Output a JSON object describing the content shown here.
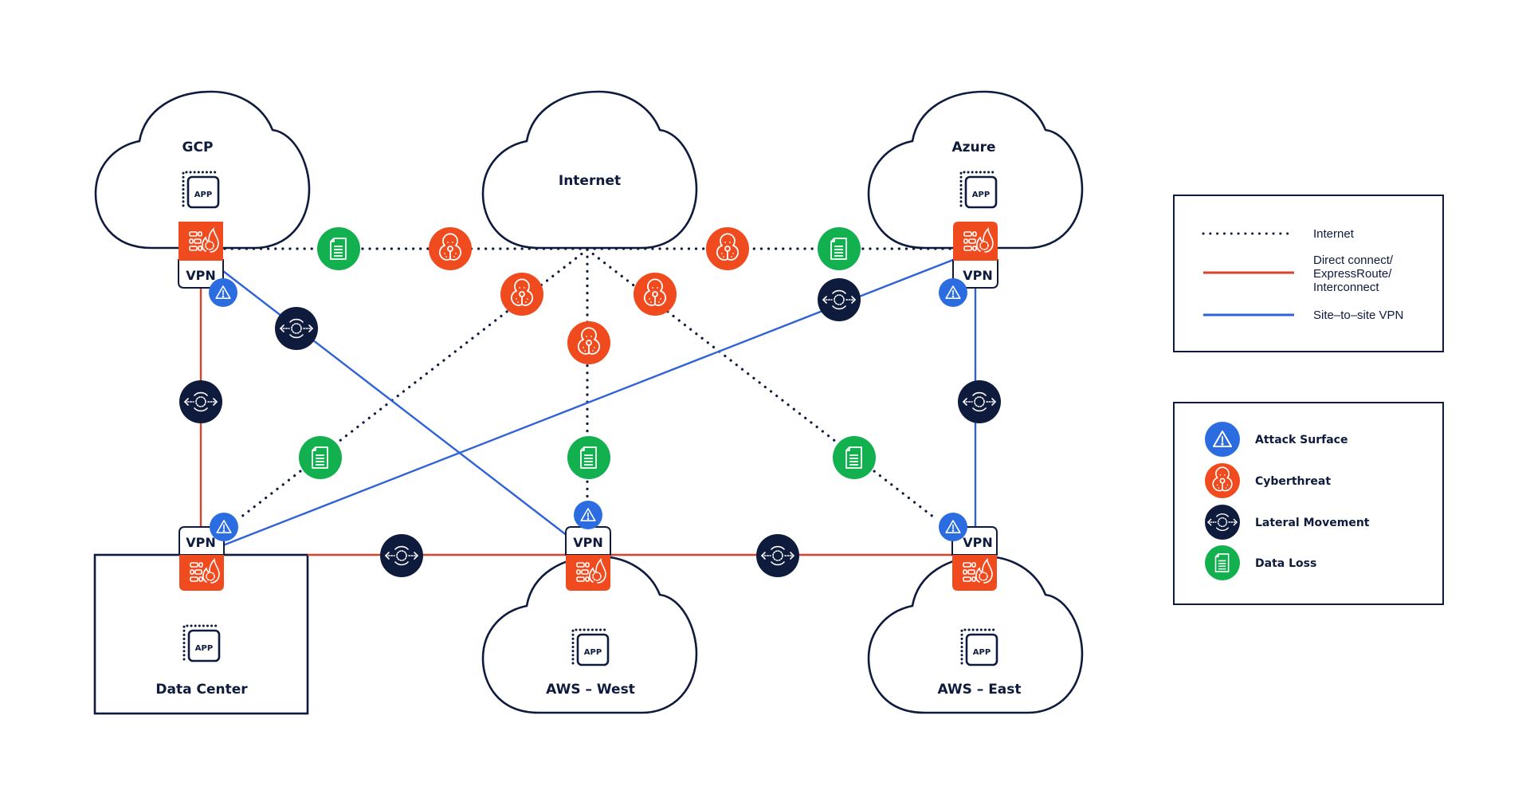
{
  "colors": {
    "navy": "#0f1b3d",
    "orange": "#ef4b1e",
    "blue": "#2b6de0",
    "green": "#12b04f",
    "red_line": "#d8432e",
    "blue_line": "#2e62d6"
  },
  "nodes": {
    "gcp": {
      "label": "GCP",
      "app": "APP",
      "vpn": "VPN"
    },
    "internet": {
      "label": "Internet"
    },
    "azure": {
      "label": "Azure",
      "app": "APP",
      "vpn": "VPN"
    },
    "datacenter": {
      "label": "Data Center",
      "app": "APP",
      "vpn": "VPN"
    },
    "aws_west": {
      "label": "AWS – West",
      "app": "APP",
      "vpn": "VPN"
    },
    "aws_east": {
      "label": "AWS – East",
      "app": "APP",
      "vpn": "VPN"
    }
  },
  "connections_legend": {
    "items": [
      {
        "style": "dotted",
        "label_lines": [
          "Internet"
        ]
      },
      {
        "style": "red",
        "label_lines": [
          "Direct connect/",
          "ExpressRoute/",
          "Interconnect"
        ]
      },
      {
        "style": "blue",
        "label_lines": [
          "Site–to–site VPN"
        ]
      }
    ]
  },
  "risk_legend": {
    "items": [
      {
        "icon": "attack-surface-icon",
        "label": "Attack Surface"
      },
      {
        "icon": "cyberthreat-icon",
        "label": "Cyberthreat"
      },
      {
        "icon": "lateral-movement-icon",
        "label": "Lateral Movement"
      },
      {
        "icon": "data-loss-icon",
        "label": "Data Loss"
      }
    ]
  }
}
